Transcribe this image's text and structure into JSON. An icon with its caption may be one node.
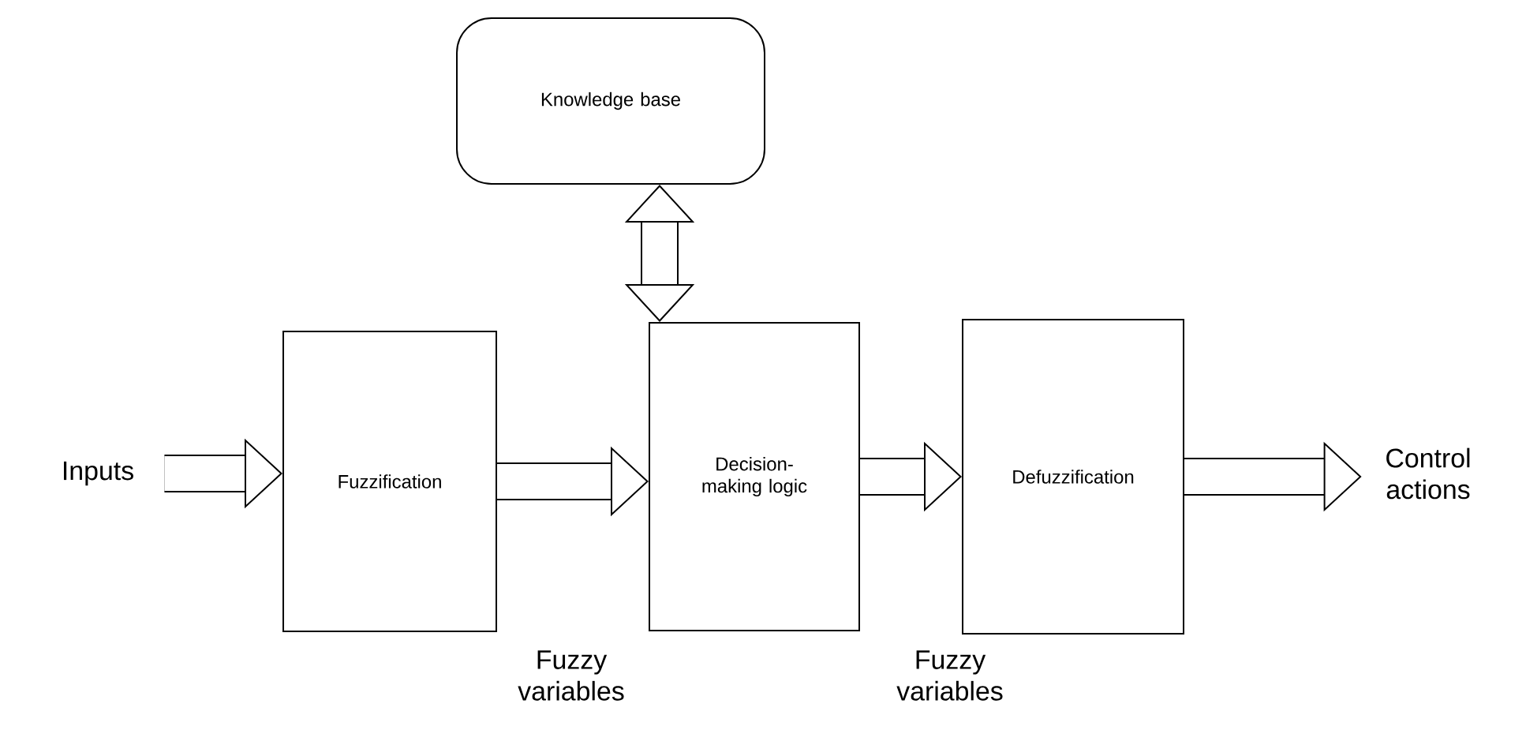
{
  "diagram": {
    "nodes": [
      {
        "text": [
          "Knowledge base"
        ]
      },
      {
        "text": [
          "Fuzzification"
        ]
      },
      {
        "text": [
          "Decision-making logic"
        ]
      },
      {
        "text": [
          "Defuzzification"
        ]
      },
      {
        "text": [
          "Inputs"
        ]
      },
      {
        "text": [
          "Control actions"
        ]
      }
    ],
    "edges": [
      {
        "from": 4,
        "to": 1,
        "arrow": "to"
      },
      {
        "from": 1,
        "to": 2,
        "arrow": "to"
      },
      {
        "from": 2,
        "to": 3,
        "arrow": "to"
      },
      {
        "from": 3,
        "to": 5,
        "arrow": "to"
      },
      {
        "from": 0,
        "to": 2,
        "arrow": "both"
      }
    ],
    "labels": [
      "Fuzzy variables",
      "Fuzzy variables"
    ]
  }
}
